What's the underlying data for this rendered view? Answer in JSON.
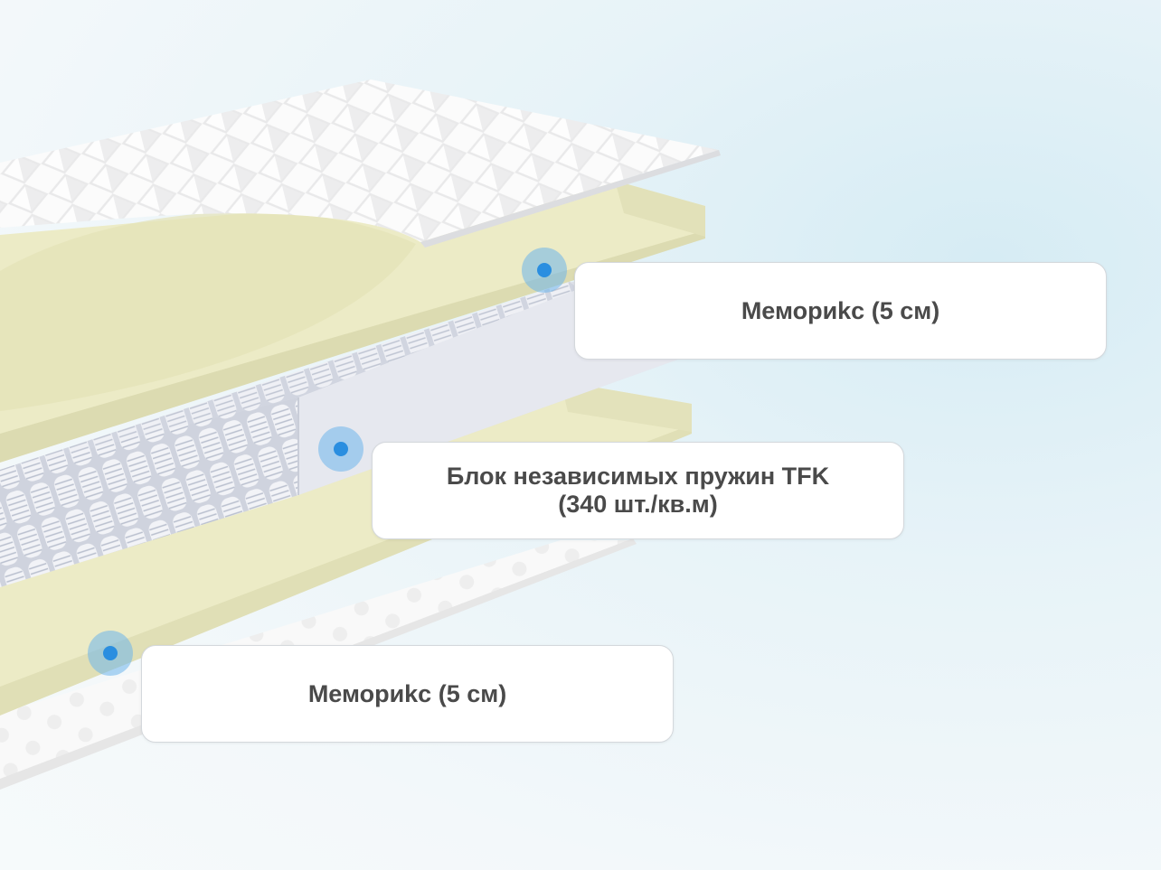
{
  "layers": [
    {
      "name": "Мемориkc (5 см)",
      "label": "Мемориkc (5 см)"
    }
  ],
  "labels": {
    "top": "Мемориkc (5 см)",
    "middle_line1": "Блок независимых пружин TFK",
    "middle_line2": "(340 шт./кв.м)",
    "bottom": "Мемориkc (5 см)"
  },
  "colors": {
    "marker": "#2a8ee0",
    "foam": "#ecebc6",
    "spring_panel": "#e4e6ee",
    "cover": "#ffffff",
    "label_text": "#4a4a4a"
  }
}
